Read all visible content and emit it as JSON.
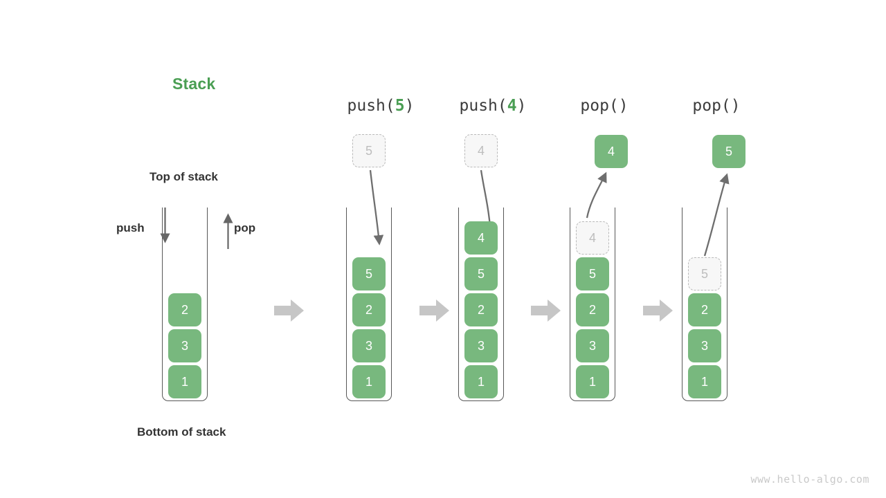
{
  "diagram": {
    "title": "Stack",
    "title_color": "#4a9e53",
    "box_color": "#78b87e",
    "ghost_color": "#f7f7f7",
    "labels": {
      "top_of_stack": "Top of stack",
      "bottom_of_stack": "Bottom of stack",
      "push": "push",
      "pop": "pop"
    },
    "watermark": "www.hello-algo.com",
    "columns": [
      {
        "header_prefix": "",
        "header_arg": "",
        "header_suffix": "",
        "items": [
          "2",
          "3",
          "1"
        ],
        "ghost_outside": null,
        "ghost_inside": null,
        "result_box": null
      },
      {
        "header_prefix": "push(",
        "header_arg": "5",
        "header_suffix": ")",
        "items": [
          "5",
          "2",
          "3",
          "1"
        ],
        "ghost_outside": "5",
        "ghost_inside": null,
        "result_box": null
      },
      {
        "header_prefix": "push(",
        "header_arg": "4",
        "header_suffix": ")",
        "items": [
          "4",
          "5",
          "2",
          "3",
          "1"
        ],
        "ghost_outside": "4",
        "ghost_inside": null,
        "result_box": null
      },
      {
        "header_prefix": "pop(",
        "header_arg": "",
        "header_suffix": ")",
        "items": [
          "5",
          "2",
          "3",
          "1"
        ],
        "ghost_outside": null,
        "ghost_inside": "4",
        "result_box": "4"
      },
      {
        "header_prefix": "pop(",
        "header_arg": "",
        "header_suffix": ")",
        "items": [
          "2",
          "3",
          "1"
        ],
        "ghost_outside": null,
        "ghost_inside": "5",
        "result_box": "5"
      }
    ]
  }
}
